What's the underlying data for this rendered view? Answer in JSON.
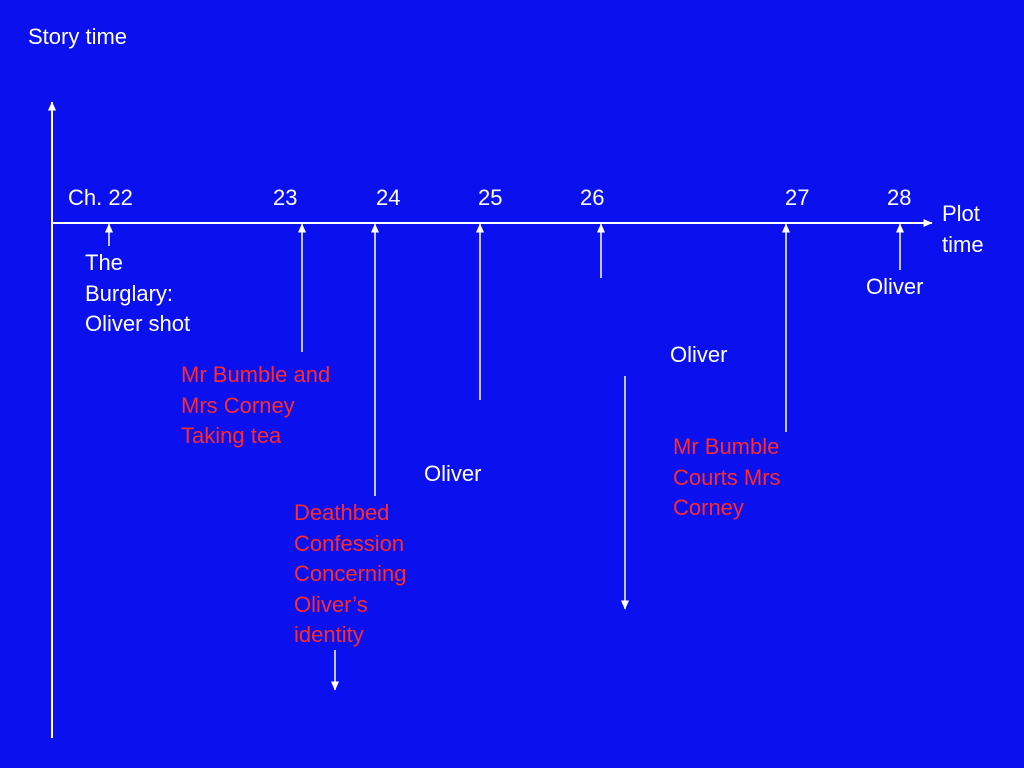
{
  "story_axis_label": "Story time",
  "plot_axis_label": [
    "Plot",
    "time"
  ],
  "chapters": [
    "Ch. 22",
    "23",
    "24",
    "25",
    "26",
    "27",
    "28"
  ],
  "events": {
    "burglary": [
      "The",
      "Burglary:",
      "Oliver shot"
    ],
    "bumble_tea": [
      "Mr Bumble and",
      "Mrs Corney",
      "Taking tea"
    ],
    "deathbed": [
      "Deathbed",
      "Confession",
      "Concerning",
      "Oliver’s",
      "identity"
    ],
    "oliver_25": "Oliver",
    "oliver_26": "Oliver",
    "bumble_courts": [
      "Mr Bumble",
      "Courts Mrs",
      "Corney"
    ],
    "oliver_28": "Oliver"
  },
  "colors": {
    "background": "#0a10ee",
    "line": "#ffffff",
    "plain_text": "#ffffff",
    "highlight_text": "#ff2a2a"
  }
}
